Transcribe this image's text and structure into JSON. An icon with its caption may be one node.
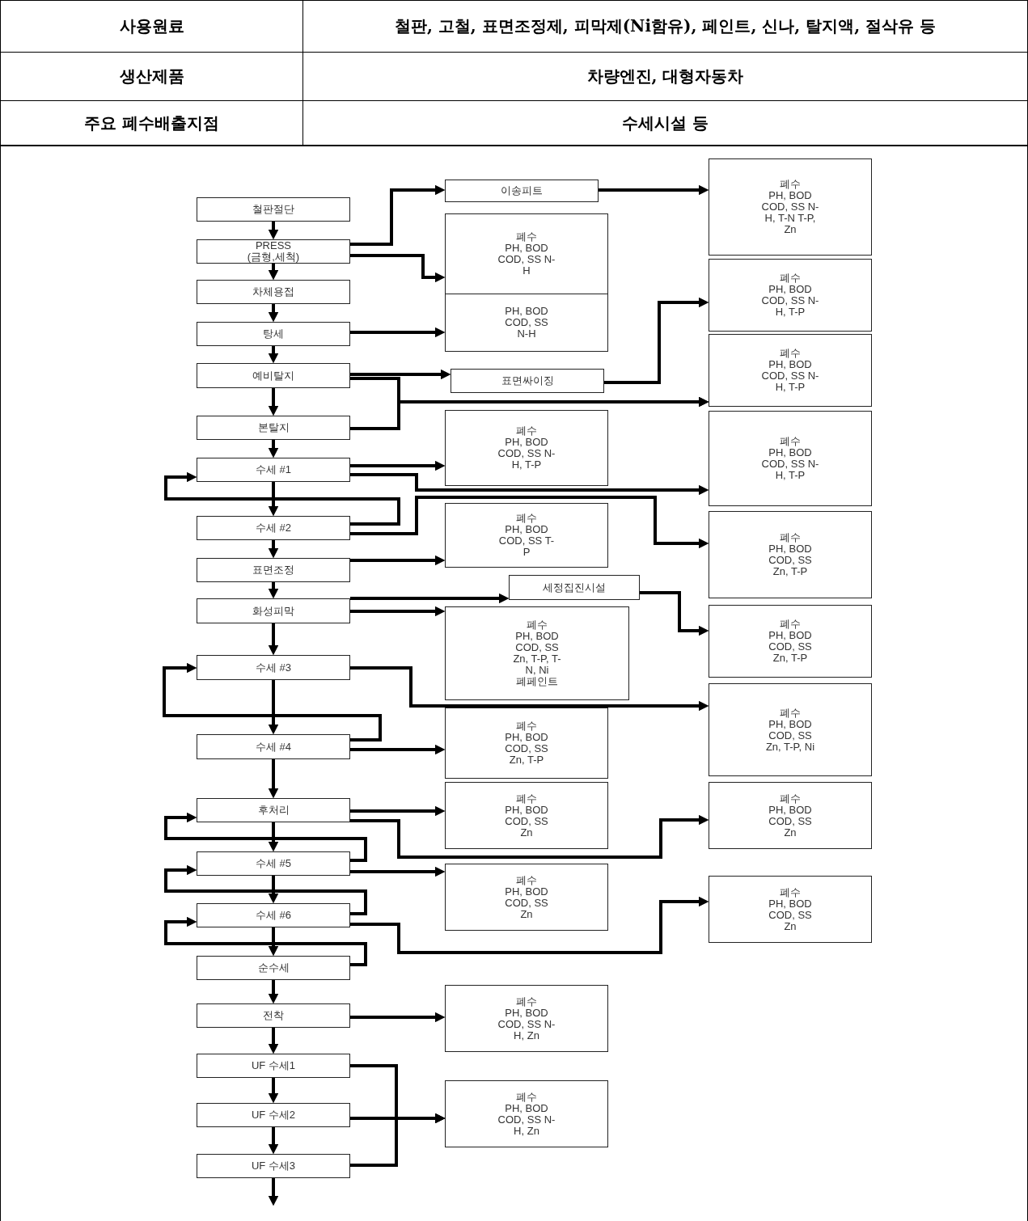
{
  "diagram": {
    "nodes": [
      {
        "text": [
          "철판절단"
        ]
      },
      {
        "text": [
          "PRESS (금형,세척)"
        ]
      },
      {
        "text": [
          "차체용접"
        ]
      },
      {
        "text": [
          "탕세"
        ]
      },
      {
        "text": [
          "예비탈지"
        ]
      },
      {
        "text": [
          "본탈지"
        ]
      },
      {
        "text": [
          "수세 #1"
        ]
      },
      {
        "text": [
          "수세 #2"
        ]
      },
      {
        "text": [
          "표면조정"
        ]
      },
      {
        "text": [
          "화성피막"
        ]
      },
      {
        "text": [
          "수세 #3"
        ]
      },
      {
        "text": [
          "수세 #4"
        ]
      },
      {
        "text": [
          "후처리"
        ]
      },
      {
        "text": [
          "수세 #5"
        ]
      },
      {
        "text": [
          "수세 #6"
        ]
      },
      {
        "text": [
          "순수세"
        ]
      },
      {
        "text": [
          "전착"
        ]
      },
      {
        "text": [
          "UF 수세1"
        ]
      },
      {
        "text": [
          "UF 수세2"
        ]
      },
      {
        "text": [
          "UF 수세3"
        ]
      },
      {
        "text": [
          "이송피트"
        ]
      },
      {
        "text": [
          "폐수",
          "PH, BOD COD, SS N-H"
        ]
      },
      {
        "text": [
          "PH, BOD COD, SS N-H"
        ]
      },
      {
        "text": [
          "표면싸이징"
        ]
      },
      {
        "text": [
          "폐수",
          "PH, BOD COD, SS N-H, T-P"
        ]
      },
      {
        "text": [
          "폐수",
          "PH, BOD COD, SS T-P"
        ]
      },
      {
        "text": [
          "세정집진시설"
        ]
      },
      {
        "text": [
          "폐수",
          "PH, BOD COD, SS Zn, T-P, T-N, Ni 폐페인트"
        ]
      },
      {
        "text": [
          "폐수",
          "PH, BOD COD, SS Zn, T-P"
        ]
      },
      {
        "text": [
          "폐수",
          "PH, BOD COD, SS Zn"
        ]
      },
      {
        "text": [
          "폐수",
          "PH, BOD COD, SS Zn"
        ]
      },
      {
        "text": [
          "폐수",
          "PH, BOD COD, SS N-H, Zn"
        ]
      },
      {
        "text": [
          "폐수",
          "PH, BOD COD, SS N-H, Zn"
        ]
      },
      {
        "text": [
          "폐수",
          "PH, BOD COD, SS N-H, T-N T-P, Zn"
        ]
      },
      {
        "text": [
          "폐수",
          "PH, BOD COD, SS N-H, T-P"
        ]
      },
      {
        "text": [
          "폐수",
          "PH, BOD COD, SS N-H, T-P"
        ]
      },
      {
        "text": [
          "폐수",
          "PH, BOD COD, SS N-H, T-P"
        ]
      },
      {
        "text": [
          "폐수",
          "PH, BOD COD, SS Zn, T-P"
        ]
      },
      {
        "text": [
          "폐수",
          "PH, BOD COD, SS Zn, T-P"
        ]
      },
      {
        "text": [
          "폐수",
          "PH, BOD COD, SS Zn, T-P, Ni"
        ]
      },
      {
        "text": [
          "폐수",
          "PH, BOD COD, SS Zn"
        ]
      },
      {
        "text": [
          "폐수",
          "PH, BOD COD, SS Zn"
        ]
      }
    ],
    "edges": [
      {
        "from": 0,
        "to": 1,
        "arrow": "to"
      },
      {
        "from": 1,
        "to": 2,
        "arrow": "to"
      },
      {
        "from": 2,
        "to": 3,
        "arrow": "to"
      },
      {
        "from": 3,
        "to": 4,
        "arrow": "to"
      },
      {
        "from": 4,
        "to": 5,
        "arrow": "to"
      },
      {
        "from": 5,
        "to": 6,
        "arrow": "to"
      },
      {
        "from": 6,
        "to": 7,
        "arrow": "to"
      },
      {
        "from": 7,
        "to": 8,
        "arrow": "to"
      },
      {
        "from": 8,
        "to": 9,
        "arrow": "to"
      },
      {
        "from": 9,
        "to": 10,
        "arrow": "to"
      },
      {
        "from": 10,
        "to": 11,
        "arrow": "to"
      },
      {
        "from": 11,
        "to": 12,
        "arrow": "to"
      },
      {
        "from": 12,
        "to": 13,
        "arrow": "to"
      },
      {
        "from": 13,
        "to": 14,
        "arrow": "to"
      },
      {
        "from": 14,
        "to": 15,
        "arrow": "to"
      },
      {
        "from": 15,
        "to": 16,
        "arrow": "to"
      },
      {
        "from": 16,
        "to": 17,
        "arrow": "to"
      },
      {
        "from": 17,
        "to": 18,
        "arrow": "to"
      },
      {
        "from": 18,
        "to": 19,
        "arrow": "to"
      },
      {
        "from": 19,
        "to": null,
        "arrow": "to"
      },
      {
        "from": 7,
        "to": 6,
        "arrow": "to"
      },
      {
        "from": 11,
        "to": 10,
        "arrow": "to"
      },
      {
        "from": 13,
        "to": 12,
        "arrow": "to"
      },
      {
        "from": 14,
        "to": 13,
        "arrow": "to"
      },
      {
        "from": 15,
        "to": 14,
        "arrow": "to"
      },
      {
        "from": 1,
        "to": 20,
        "arrow": "to"
      },
      {
        "from": 20,
        "to": 33,
        "arrow": "to"
      },
      {
        "from": 1,
        "to": 21,
        "arrow": "to"
      },
      {
        "from": 3,
        "to": 22,
        "arrow": "to"
      },
      {
        "from": 4,
        "to": 23,
        "arrow": "to"
      },
      {
        "from": 23,
        "to": 34,
        "arrow": "to"
      },
      {
        "from": 4,
        "to": 35,
        "arrow": "to"
      },
      {
        "from": 5,
        "to": 35,
        "arrow": "to"
      },
      {
        "from": 6,
        "to": 24,
        "arrow": "to"
      },
      {
        "from": 6,
        "to": 36,
        "arrow": "to"
      },
      {
        "from": 7,
        "to": 37,
        "arrow": "to"
      },
      {
        "from": 8,
        "to": 25,
        "arrow": "to"
      },
      {
        "from": 9,
        "to": 26,
        "arrow": "to"
      },
      {
        "from": 9,
        "to": 27,
        "arrow": "to"
      },
      {
        "from": 26,
        "to": 38,
        "arrow": "to"
      },
      {
        "from": 10,
        "to": 39,
        "arrow": "to"
      },
      {
        "from": 11,
        "to": 28,
        "arrow": "to"
      },
      {
        "from": 12,
        "to": 29,
        "arrow": "to"
      },
      {
        "from": 12,
        "to": 40,
        "arrow": "to"
      },
      {
        "from": 13,
        "to": 30,
        "arrow": "to"
      },
      {
        "from": 14,
        "to": 41,
        "arrow": "to"
      },
      {
        "from": 16,
        "to": 31,
        "arrow": "to"
      },
      {
        "from": 17,
        "to": 32,
        "arrow": "to"
      },
      {
        "from": 18,
        "to": 32,
        "arrow": "to"
      },
      {
        "from": 19,
        "to": 32,
        "arrow": "to"
      }
    ],
    "labels": [
      "사용원료",
      "철판, 고철, 표면조정제, 피막제(Ni함유), 페인트, 신나, 탈지액, 절삭유 등",
      "생산제품",
      "차량엔진, 대형자동차",
      "주요 폐수배출지점",
      "수세시설 등"
    ]
  }
}
